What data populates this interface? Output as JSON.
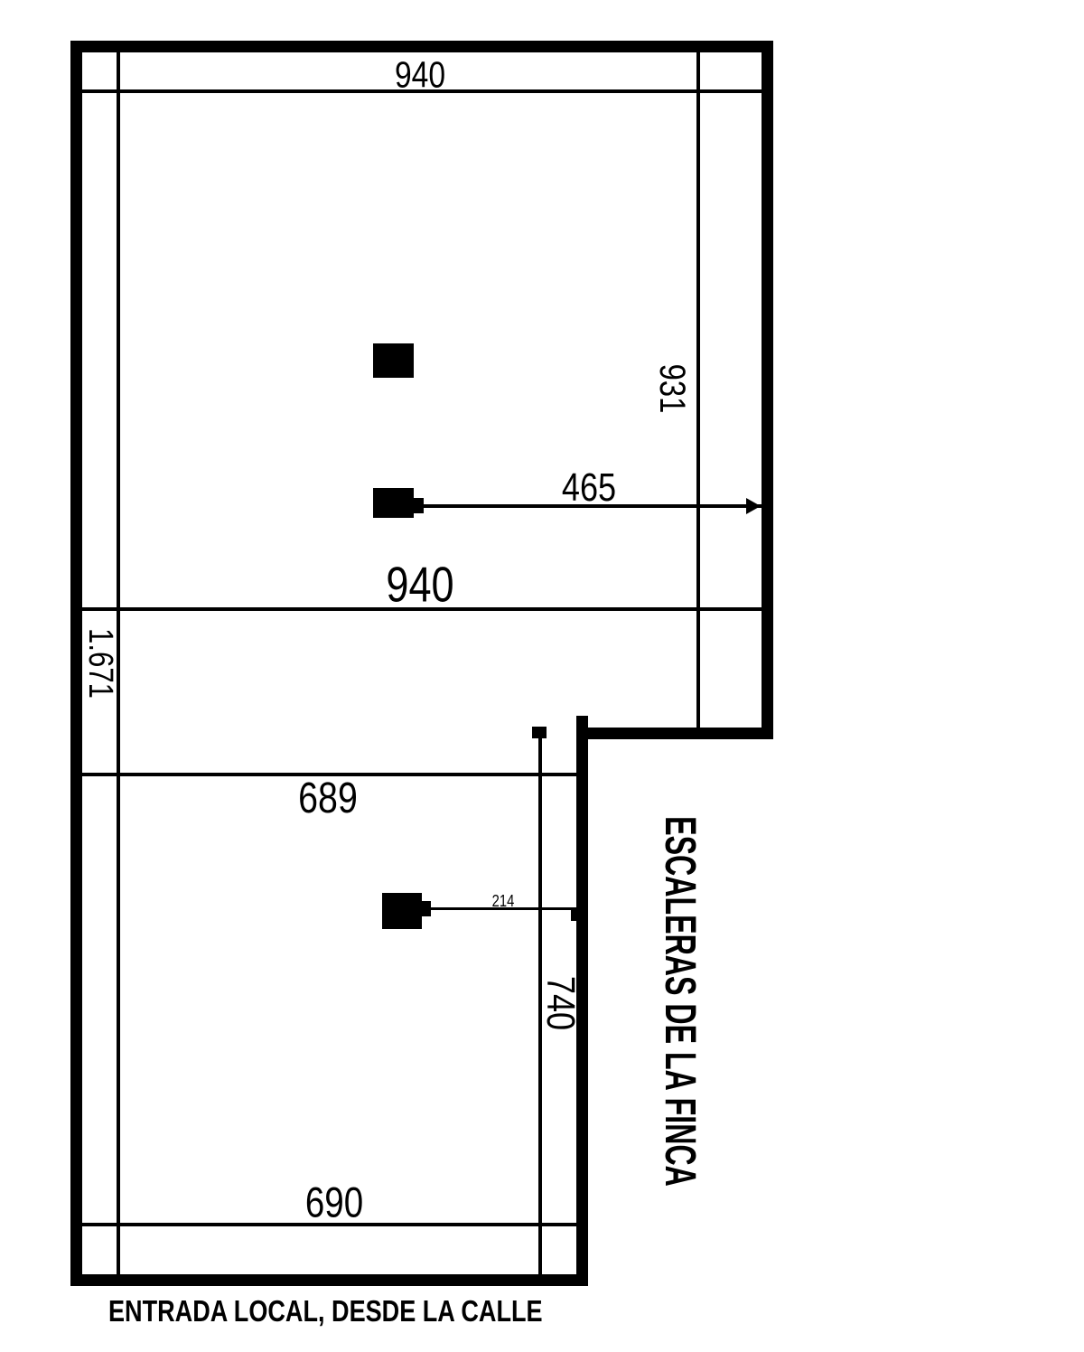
{
  "plan": {
    "dimensions": {
      "top_width": "940",
      "upper_right_height": "931",
      "upper_door_offset": "465",
      "upper_room_width": "940",
      "total_left_height": "1.671",
      "lower_room_top_width": "689",
      "lower_marker_offset": "214",
      "lower_right_height": "740",
      "bottom_width": "690"
    },
    "annotations": {
      "stairs": "ESCALERAS DE LA FINCA",
      "entrance": "ENTRADA LOCAL, DESDE LA CALLE"
    },
    "colors": {
      "ink": "#000000",
      "paper": "#ffffff"
    }
  }
}
